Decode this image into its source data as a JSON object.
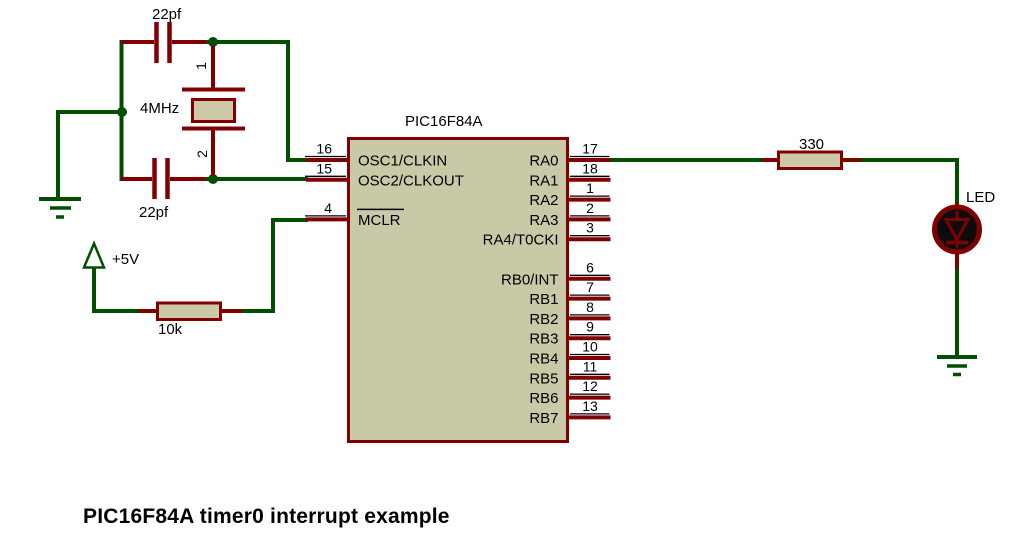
{
  "caption": "PIC16F84A timer0 interrupt example",
  "chip": {
    "name": "PIC16F84A",
    "left_pins": [
      {
        "num": "16",
        "label": "OSC1/CLKIN",
        "row": 0,
        "overline": false
      },
      {
        "num": "15",
        "label": "OSC2/CLKOUT",
        "row": 1,
        "overline": false
      },
      {
        "num": "4",
        "label": "MCLR",
        "row": 3,
        "overline": true
      }
    ],
    "right_pins": [
      {
        "num": "17",
        "label": "RA0",
        "row": 0
      },
      {
        "num": "18",
        "label": "RA1",
        "row": 1
      },
      {
        "num": "1",
        "label": "RA2",
        "row": 2
      },
      {
        "num": "2",
        "label": "RA3",
        "row": 3
      },
      {
        "num": "3",
        "label": "RA4/T0CKI",
        "row": 4
      },
      {
        "num": "6",
        "label": "RB0/INT",
        "row": 6
      },
      {
        "num": "7",
        "label": "RB1",
        "row": 7
      },
      {
        "num": "8",
        "label": "RB2",
        "row": 8
      },
      {
        "num": "9",
        "label": "RB3",
        "row": 9
      },
      {
        "num": "10",
        "label": "RB4",
        "row": 10
      },
      {
        "num": "11",
        "label": "RB5",
        "row": 11
      },
      {
        "num": "12",
        "label": "RB6",
        "row": 12
      },
      {
        "num": "13",
        "label": "RB7",
        "row": 13
      }
    ]
  },
  "components": {
    "cap_top": {
      "label": "22pf"
    },
    "cap_bottom": {
      "label": "22pf"
    },
    "crystal": {
      "label": "4MHz",
      "pin1": "1",
      "pin2": "2"
    },
    "res_pullup": {
      "label": "10k"
    },
    "res_series": {
      "label": "330"
    },
    "led": {
      "label": "LED"
    },
    "power": {
      "label": "+5V"
    }
  },
  "colors": {
    "wire": "#004f00",
    "component": "#800000",
    "chip_fill": "#c9c8a7",
    "part_fill": "#cdc9a8",
    "led_fill": "#0c0c0c",
    "text": "#000000"
  }
}
